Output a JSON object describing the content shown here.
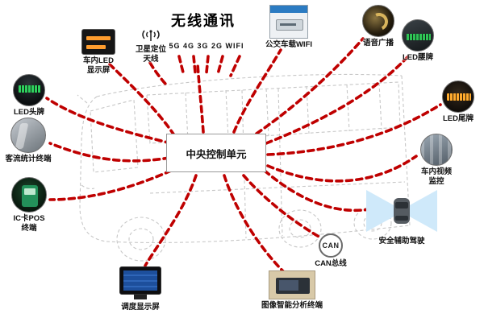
{
  "title": "无线通讯",
  "central_unit": "中央控制单元",
  "network_bands": "5G 4G 3G 2G WIFI",
  "colors": {
    "connector_red": "#bf0000",
    "sketch_gray": "#c7c7c7",
    "led_orange": "#ff9d2e",
    "led_green": "#2fd05e",
    "wifi_blue": "#2b7bc2"
  },
  "nodes": {
    "in_vehicle_led": {
      "label": "车内LED\n显示屏"
    },
    "satellite_antenna": {
      "label": "卫星定位\n天线"
    },
    "bus_wifi": {
      "label": "公交车载WIFI"
    },
    "voice_broadcast": {
      "label": "语音广播"
    },
    "led_waist_sign": {
      "label": "LED腰牌"
    },
    "led_rear_sign": {
      "label": "LED尾牌"
    },
    "in_vehicle_video": {
      "label": "车内视频\n监控"
    },
    "safety_assist": {
      "label": "安全辅助驾驶"
    },
    "can_bus": {
      "label": "CAN总线",
      "badge": "CAN"
    },
    "image_analysis": {
      "label": "图像智能分析终端"
    },
    "dispatch_display": {
      "label": "调度显示屏"
    },
    "ic_pos": {
      "label": "IC卡POS\n终端"
    },
    "passenger_flow": {
      "label": "客流统计终端"
    },
    "led_front_sign": {
      "label": "LED头牌"
    }
  }
}
